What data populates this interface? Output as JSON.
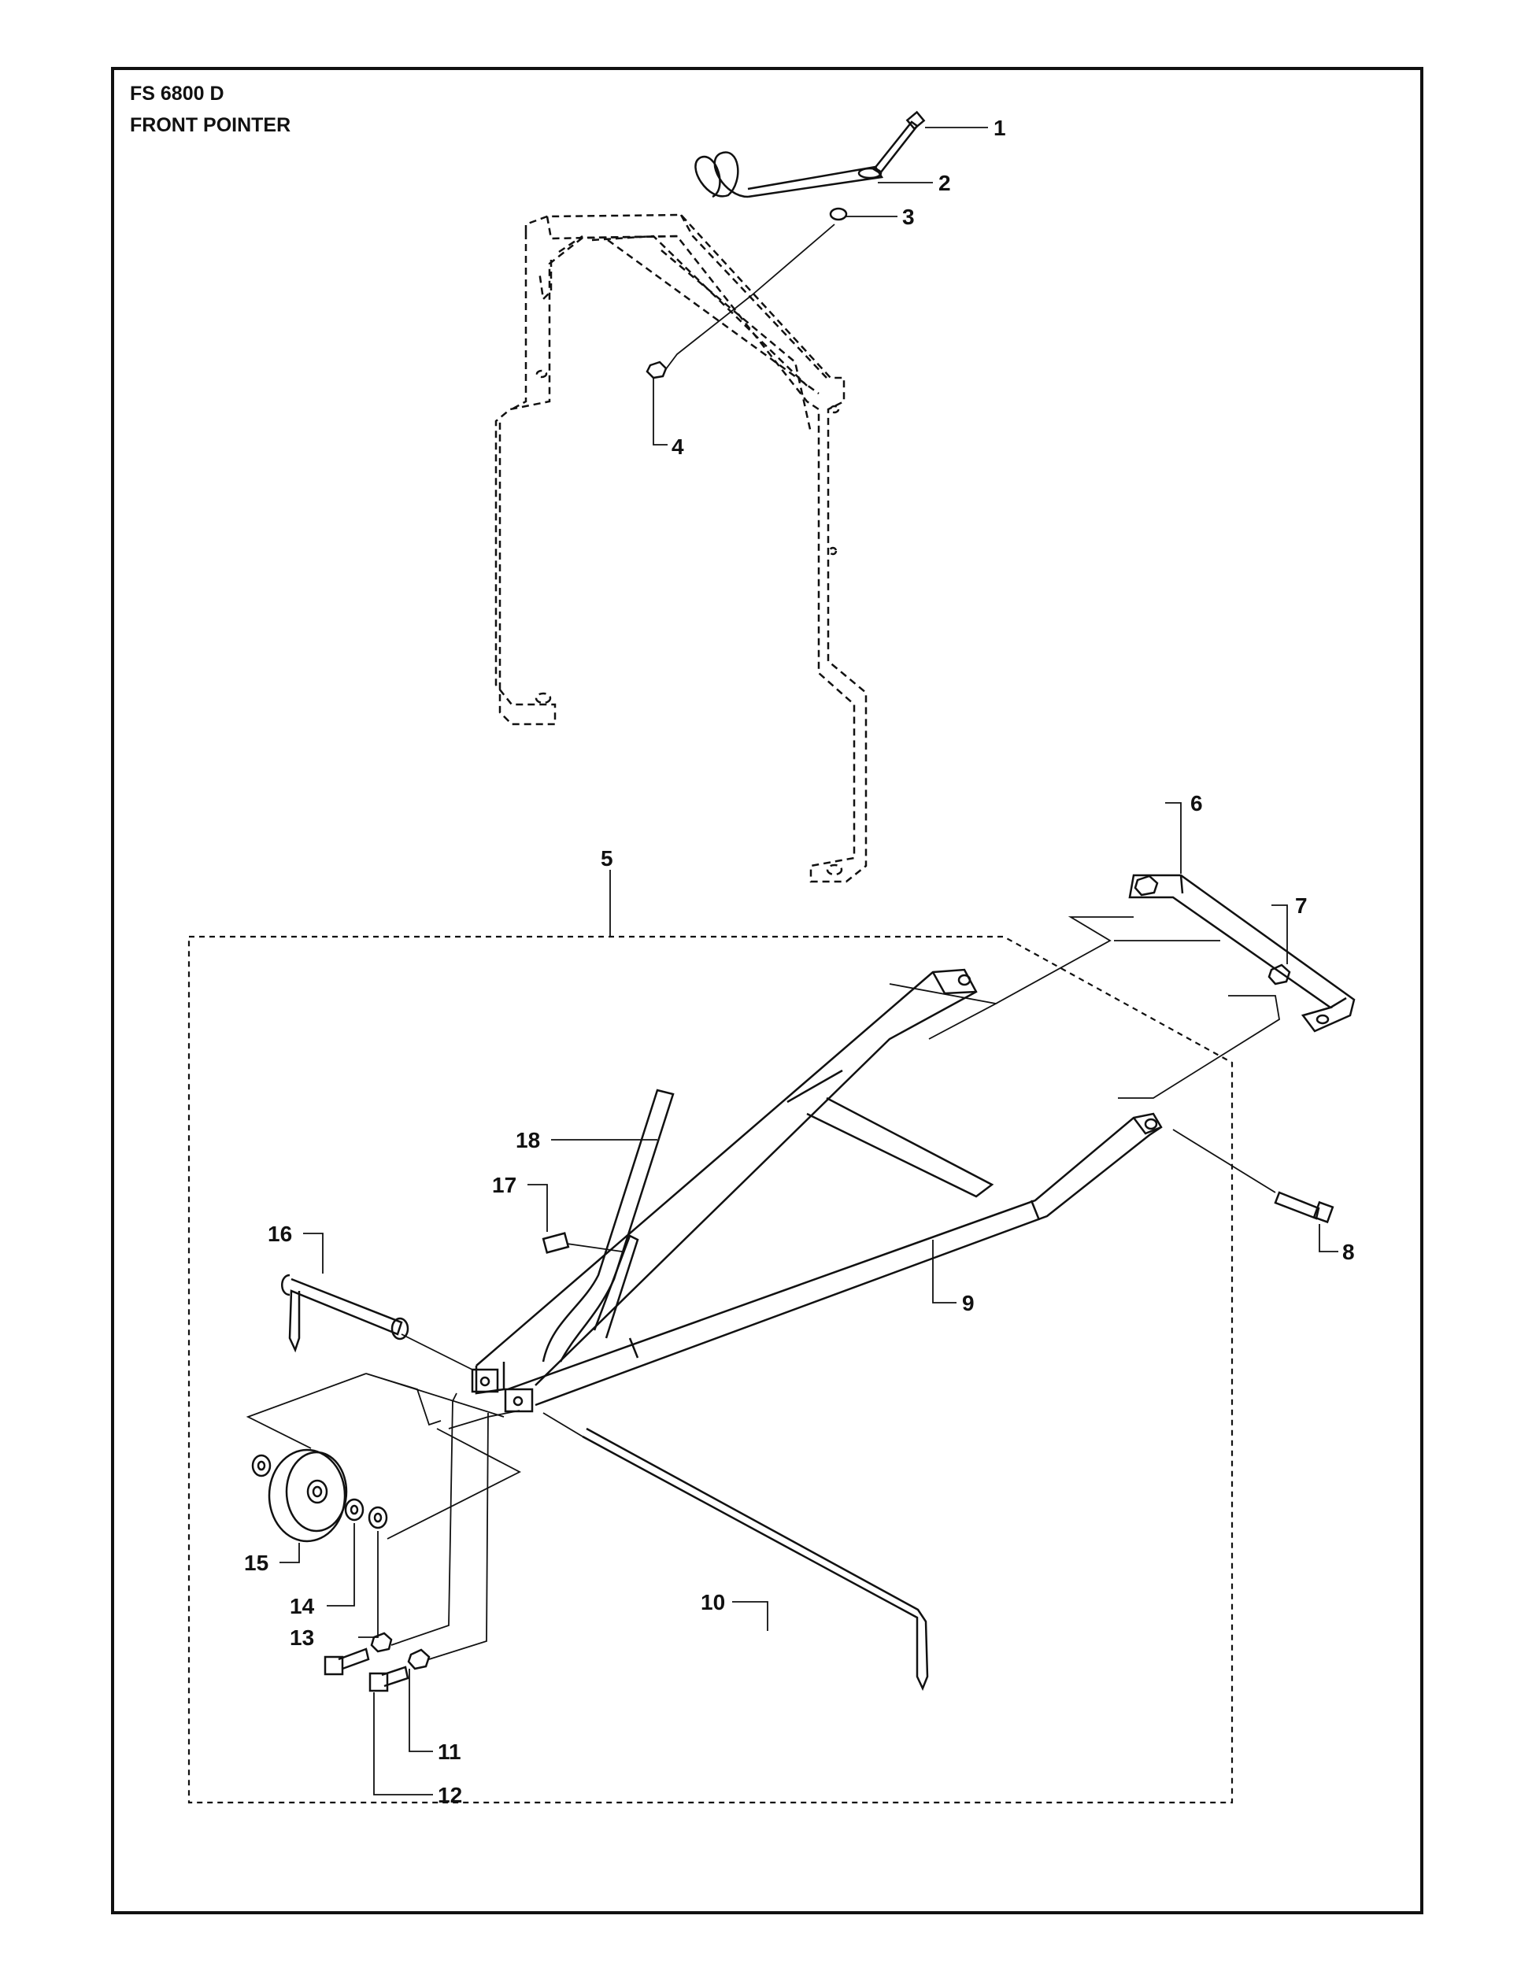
{
  "header": {
    "model": "FS 6800 D",
    "assembly": "FRONT POINTER"
  },
  "parts": [
    {
      "callout": "1"
    },
    {
      "callout": "2"
    },
    {
      "callout": "3"
    },
    {
      "callout": "4"
    },
    {
      "callout": "5"
    },
    {
      "callout": "6"
    },
    {
      "callout": "7"
    },
    {
      "callout": "8"
    },
    {
      "callout": "9"
    },
    {
      "callout": "10"
    },
    {
      "callout": "11"
    },
    {
      "callout": "12"
    },
    {
      "callout": "13"
    },
    {
      "callout": "14"
    },
    {
      "callout": "15"
    },
    {
      "callout": "16"
    },
    {
      "callout": "17"
    },
    {
      "callout": "18"
    }
  ],
  "colors": {
    "ink": "#111111",
    "paper": "#ffffff"
  }
}
